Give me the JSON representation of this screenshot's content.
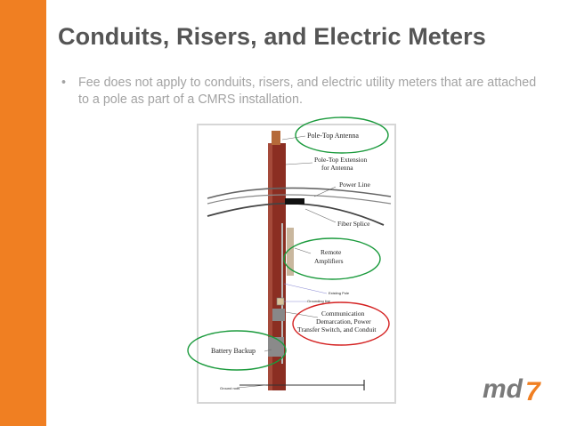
{
  "slide": {
    "title": "Conduits, Risers, and Electric Meters",
    "bullet_marker": "•",
    "bullet": "Fee does not apply to conduits, risers, and electric utility meters that are attached to a pole as part of a CMRS installation."
  },
  "diagram": {
    "labels": {
      "pole_top_antenna": "Pole-Top Antenna",
      "pole_top_extension_line1": "Pole-Top Extension",
      "pole_top_extension_line2": "for Antenna",
      "power_line": "Power Line",
      "fiber_splice": "Fiber Splice",
      "remote_line1": "Remote",
      "remote_line2": "Amplifiers",
      "existing_pole": "Existing Pole",
      "grounding_line": "Grounding line",
      "comm_line1": "Communication",
      "comm_line2": "Demarcation, Power",
      "comm_line3": "Transfer Switch, and Conduit",
      "battery_backup": "Battery Backup",
      "ground_rods": "Ground rods"
    },
    "highlight_colors": {
      "green": "#1a9a3c",
      "red": "#d42020"
    }
  },
  "brand": {
    "logo_text": "md",
    "logo_seven": "7",
    "logo_colors": {
      "gray": "#7a7a7a",
      "orange": "#f07f22"
    }
  },
  "colors": {
    "accent": "#f07f22",
    "title": "#555555",
    "bullet": "#a3a3a3",
    "pole": "#8b2e22"
  }
}
